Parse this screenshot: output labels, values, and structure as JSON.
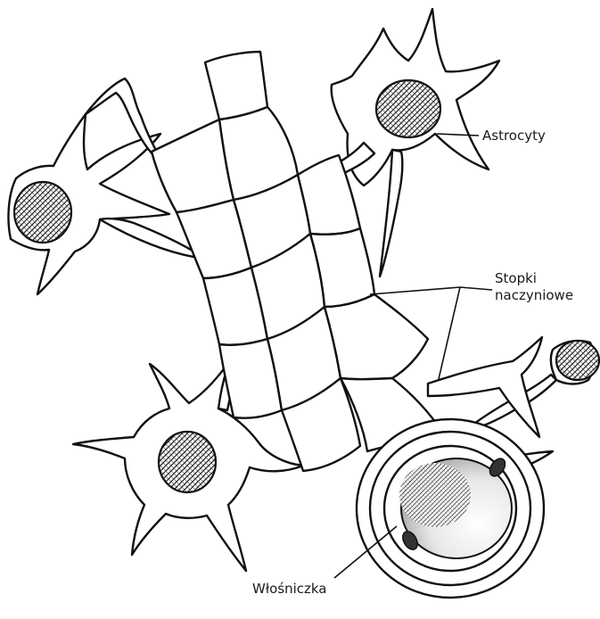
{
  "labels": {
    "astrocytes": "Astrocyty",
    "endfeet_line1": "Stopki",
    "endfeet_line2": "naczyniowe",
    "capillary": "Włośniczka"
  },
  "colors": {
    "ink": "#111111",
    "background": "#ffffff",
    "nucleus_fill": "#444444"
  }
}
